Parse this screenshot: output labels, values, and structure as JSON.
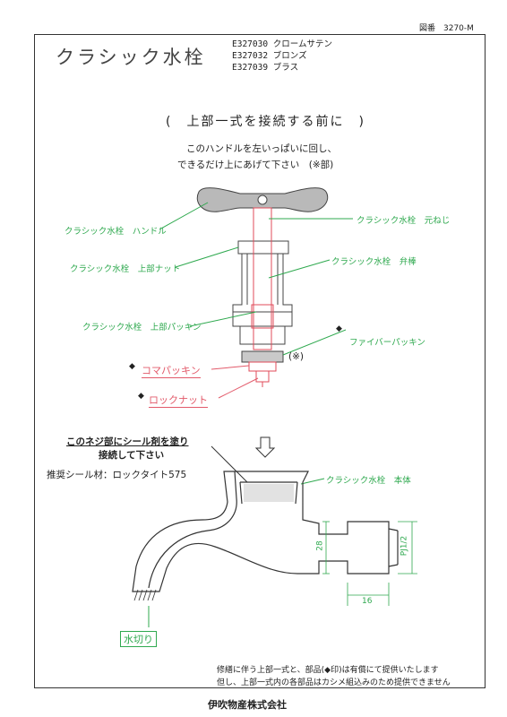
{
  "drawing_number": "図番　3270-M",
  "title": "クラシック水栓",
  "product_codes": [
    "E327030 クロームサテン",
    "E327032 ブロンズ",
    "E327039 ブラス"
  ],
  "section_heading": "(　上部一式を接続する前に　)",
  "instruction_line1": "このハンドルを左いっぱいに回し、",
  "instruction_line2": "できるだけ上にあげて下さい　(※部)",
  "labels": {
    "handle": "クラシック水栓　ハンドル",
    "upper_nut": "クラシック水栓　上部ナット",
    "upper_packing": "クラシック水栓　上部パッキン",
    "base_screw": "クラシック水栓　元ねじ",
    "valve_rod": "クラシック水栓　弁棒",
    "fiber_packing": "ファイバーパッキン",
    "koma_packing": "コマパッキン",
    "lock_nut": "ロックナット",
    "asterisk_mark": "(※)",
    "body": "クラシック水栓　本体",
    "drip_cut": "水切り"
  },
  "marker": "◆",
  "seal_line1": "このネジ部にシール剤を塗り",
  "seal_line2": "接続して下さい",
  "recommended_sealant": "推奨シール材：ロックタイト575",
  "dimensions": {
    "height": "28",
    "length": "16",
    "thread": "PJ1/2"
  },
  "footer_line1": "修繕に伴う上部一式と、部品(◆印)は有償にて提供いたします",
  "footer_line2": "但し、上部一式内の各部品はカシメ組込みのため提供できません",
  "company": "伊吹物産株式会社",
  "colors": {
    "green_label": "#2fa94f",
    "red_label": "#e25a6a",
    "red_line": "#e04b5a"
  }
}
